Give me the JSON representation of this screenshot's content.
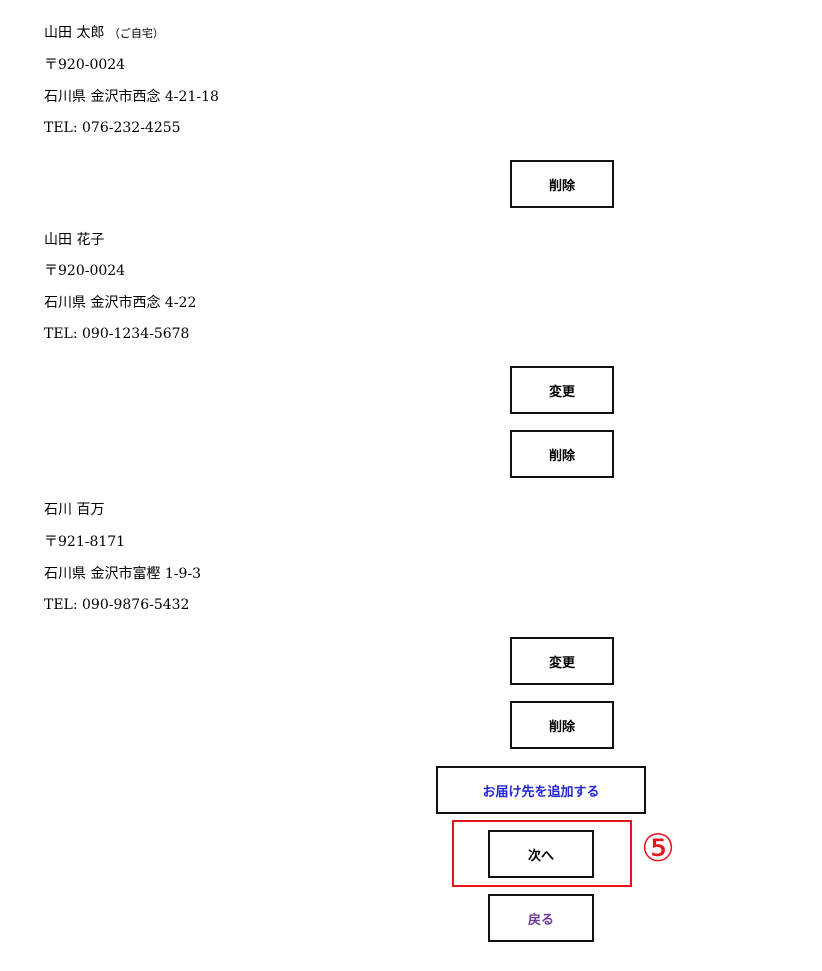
{
  "addresses": [
    {
      "name": "山田 太郎",
      "tag": "（ご自宅）",
      "postal": "〒920-0024",
      "address": "石川県 金沢市西念 4-21-18",
      "tel": "TEL: 076-232-4255",
      "delete_label": "削除"
    },
    {
      "name": "山田 花子",
      "postal": "〒920-0024",
      "address": "石川県 金沢市西念 4-22",
      "tel": "TEL: 090-1234-5678",
      "change_label": "変更",
      "delete_label": "削除"
    },
    {
      "name": "石川 百万",
      "postal": "〒921-8171",
      "address": "石川県 金沢市富樫 1-9-3",
      "tel": "TEL: 090-9876-5432",
      "change_label": "変更",
      "delete_label": "削除"
    }
  ],
  "actions": {
    "add_label": "お届け先を追加する",
    "next_label": "次へ",
    "back_label": "戻る"
  },
  "annotation": {
    "marker": "⑤"
  },
  "colors": {
    "highlight": "#e8141a",
    "link": "#2424d8",
    "visited": "#6a3a9a"
  }
}
